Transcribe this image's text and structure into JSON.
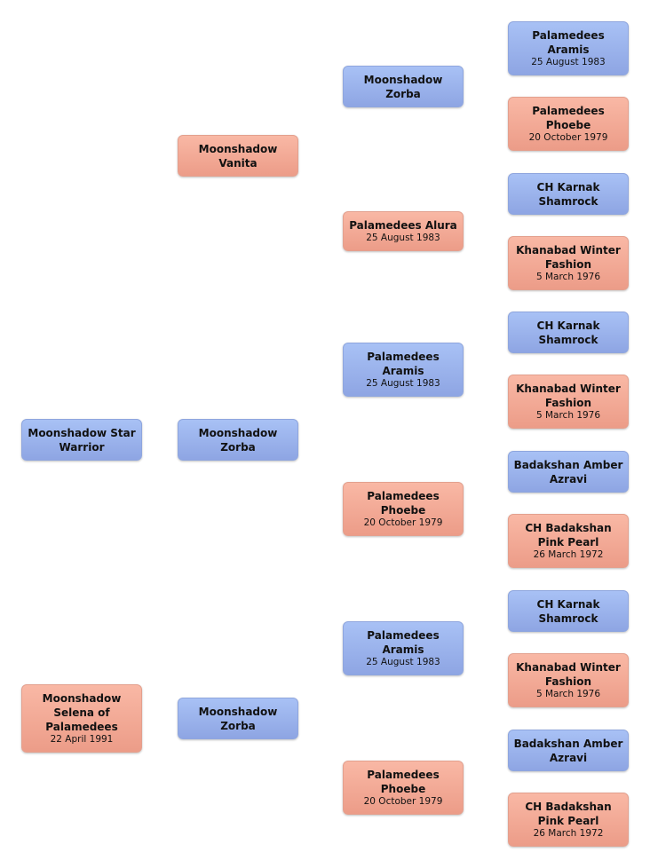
{
  "pedigree": {
    "subject_male": {
      "name": "Moonshadow Star Warrior",
      "date": ""
    },
    "subject_female": {
      "name": "Moonshadow Selena of Palamedees",
      "date": "22 April 1991"
    },
    "g1": [
      {
        "name": "Moonshadow Vanita",
        "date": "",
        "sex": "female"
      },
      {
        "name": "Moonshadow Zorba",
        "date": "",
        "sex": "male"
      },
      {
        "name": "Moonshadow Zorba",
        "date": "",
        "sex": "male"
      }
    ],
    "g2": [
      {
        "name": "Moonshadow Zorba",
        "date": "",
        "sex": "male"
      },
      {
        "name": "Palamedees Alura",
        "date": "25 August 1983",
        "sex": "female"
      },
      {
        "name": "Palamedees Aramis",
        "date": "25 August 1983",
        "sex": "male"
      },
      {
        "name": "Palamedees Phoebe",
        "date": "20 October 1979",
        "sex": "female"
      },
      {
        "name": "Palamedees Aramis",
        "date": "25 August 1983",
        "sex": "male"
      },
      {
        "name": "Palamedees Phoebe",
        "date": "20 October 1979",
        "sex": "female"
      }
    ],
    "g3": [
      {
        "name": "Palamedees Aramis",
        "date": "25 August 1983",
        "sex": "male"
      },
      {
        "name": "Palamedees Phoebe",
        "date": "20 October 1979",
        "sex": "female"
      },
      {
        "name": "CH Karnak Shamrock",
        "date": "",
        "sex": "male"
      },
      {
        "name": "Khanabad Winter Fashion",
        "date": "5 March 1976",
        "sex": "female"
      },
      {
        "name": "CH Karnak Shamrock",
        "date": "",
        "sex": "male"
      },
      {
        "name": "Khanabad Winter Fashion",
        "date": "5 March 1976",
        "sex": "female"
      },
      {
        "name": "Badakshan Amber Azravi",
        "date": "",
        "sex": "male"
      },
      {
        "name": "CH Badakshan Pink Pearl",
        "date": "26 March 1972",
        "sex": "female"
      },
      {
        "name": "CH Karnak Shamrock",
        "date": "",
        "sex": "male"
      },
      {
        "name": "Khanabad Winter Fashion",
        "date": "5 March 1976",
        "sex": "female"
      },
      {
        "name": "Badakshan Amber Azravi",
        "date": "",
        "sex": "male"
      },
      {
        "name": "CH Badakshan Pink Pearl",
        "date": "26 March 1972",
        "sex": "female"
      }
    ]
  }
}
